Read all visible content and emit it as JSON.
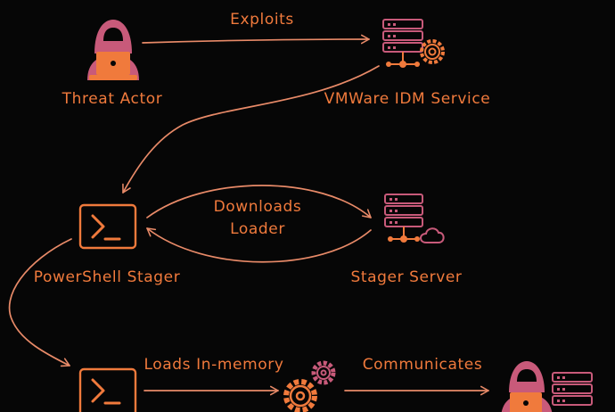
{
  "nodes": {
    "threat_actor": "Threat Actor",
    "vmware": "VMWare IDM Service",
    "ps_stager": "PowerShell Stager",
    "stager_server": "Stager Server"
  },
  "edges": {
    "exploits": "Exploits",
    "downloads_line1": "Downloads",
    "downloads_line2": "Loader",
    "loads": "Loads In-memory",
    "communicates": "Communicates"
  },
  "colors": {
    "background": "#060606",
    "orange": "#f07a3c",
    "pink": "#c85a7a",
    "arrow": "#e88a68"
  }
}
